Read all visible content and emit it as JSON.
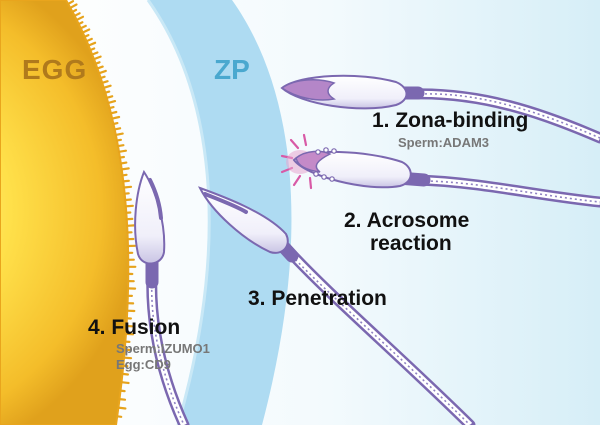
{
  "regions": {
    "egg": {
      "label": "EGG",
      "color": "#b07a1c"
    },
    "zp": {
      "label": "ZP",
      "color": "#4aa8cf"
    }
  },
  "steps": [
    {
      "label": "1. Zona-binding",
      "detail": "Sperm:ADAM3"
    },
    {
      "label": "2. Acrosome",
      "label2": "reaction"
    },
    {
      "label": "3. Penetration"
    },
    {
      "label": "4. Fusion",
      "detail": "Sperm:IZUMO1",
      "detail2": "Egg:CD9"
    }
  ],
  "colors": {
    "egg_bright": "#ffe566",
    "egg_deep": "#e8a71c",
    "zp_band": "#aedbf2",
    "sperm_outline": "#7b68b0",
    "acrosome": "#b486c8",
    "acrosome_burst": "#d85aa6"
  }
}
